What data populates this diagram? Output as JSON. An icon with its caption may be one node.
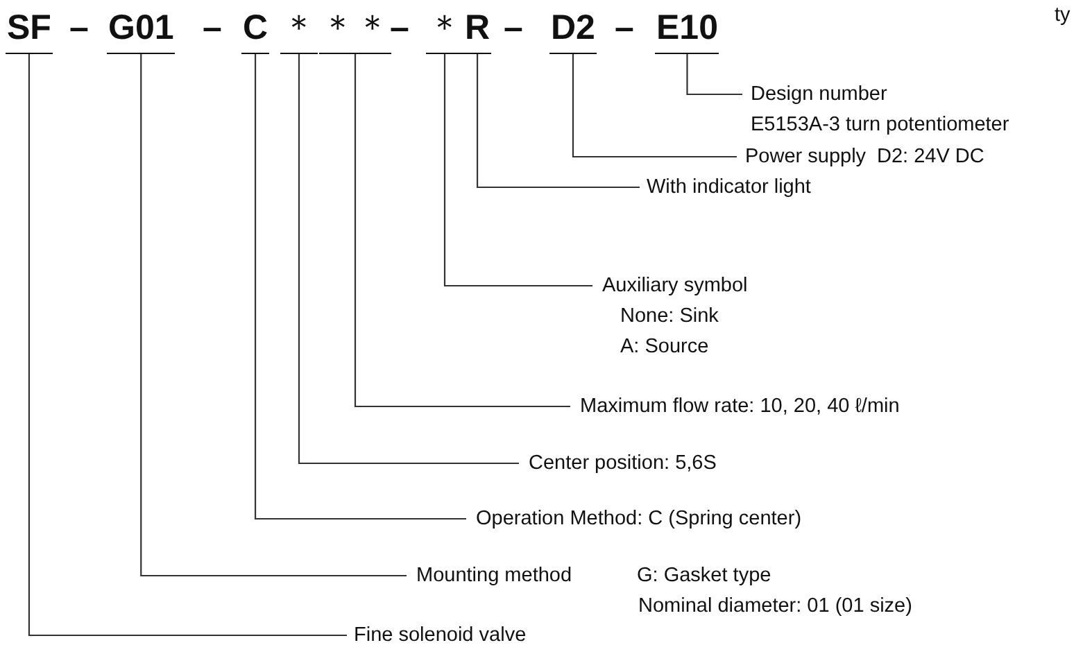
{
  "diagram": {
    "nodes": [
      {
        "text": [
          "SF"
        ]
      },
      {
        "text": [
          "G01"
        ]
      },
      {
        "text": [
          "C"
        ]
      },
      {
        "text": [
          "＊"
        ]
      },
      {
        "text": [
          "＊＊"
        ]
      },
      {
        "text": [
          "＊"
        ]
      },
      {
        "text": [
          "R"
        ]
      },
      {
        "text": [
          "D2"
        ]
      },
      {
        "text": [
          "E10"
        ]
      },
      {
        "text": [
          "Design number",
          "E5153A-3 turn potentiometer"
        ]
      },
      {
        "text": [
          "Power supply",
          "D2: 24V DC"
        ]
      },
      {
        "text": [
          "With indicator light"
        ]
      },
      {
        "text": [
          "Auxiliary symbol",
          "None: Sink",
          "A: Source"
        ]
      },
      {
        "text": [
          "Maximum flow rate: 10, 20, 40 ℓ/min"
        ]
      },
      {
        "text": [
          "Center position: 5,6S"
        ]
      },
      {
        "text": [
          "Operation Method: C (Spring center)"
        ]
      },
      {
        "text": [
          "Mounting method",
          "G: Gasket type",
          "Nominal diameter: 01 (01 size)"
        ]
      },
      {
        "text": [
          "Fine solenoid valve"
        ]
      }
    ],
    "edges": [
      {
        "from": 8,
        "to": 9,
        "arrow": "none"
      },
      {
        "from": 7,
        "to": 10,
        "arrow": "none"
      },
      {
        "from": 6,
        "to": 11,
        "arrow": "none"
      },
      {
        "from": 5,
        "to": 12,
        "arrow": "none"
      },
      {
        "from": 4,
        "to": 13,
        "arrow": "none"
      },
      {
        "from": 3,
        "to": 14,
        "arrow": "none"
      },
      {
        "from": 2,
        "to": 15,
        "arrow": "none"
      },
      {
        "from": 1,
        "to": 16,
        "arrow": "none"
      },
      {
        "from": 0,
        "to": 17,
        "arrow": "none"
      }
    ],
    "labels": [
      "–",
      "–",
      "–",
      "–",
      "–",
      "ty"
    ]
  }
}
